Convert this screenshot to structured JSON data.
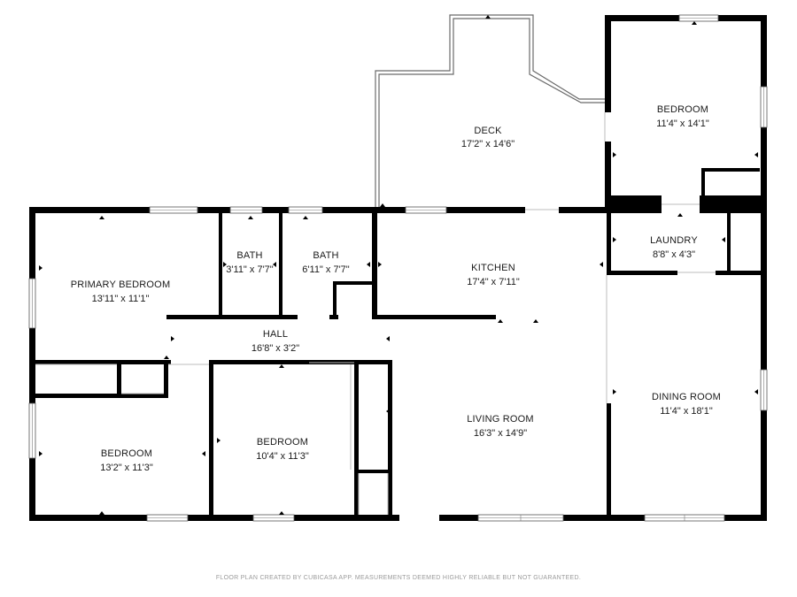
{
  "rooms": {
    "deck": {
      "name": "DECK",
      "dims": "17'2\" x 14'6\""
    },
    "bedroom_ne": {
      "name": "BEDROOM",
      "dims": "11'4\" x 14'1\""
    },
    "bath_1": {
      "name": "BATH",
      "dims": "3'11\" x 7'7\""
    },
    "bath_2": {
      "name": "BATH",
      "dims": "6'11\" x 7'7\""
    },
    "primary_bedroom": {
      "name": "PRIMARY BEDROOM",
      "dims": "13'11\" x 11'1\""
    },
    "kitchen": {
      "name": "KITCHEN",
      "dims": "17'4\" x 7'11\""
    },
    "laundry": {
      "name": "LAUNDRY",
      "dims": "8'8\" x 4'3\""
    },
    "hall": {
      "name": "HALL",
      "dims": "16'8\" x 3'2\""
    },
    "dining_room": {
      "name": "DINING ROOM",
      "dims": "11'4\" x 18'1\""
    },
    "living_room": {
      "name": "LIVING ROOM",
      "dims": "16'3\" x 14'9\""
    },
    "bedroom_sw": {
      "name": "BEDROOM",
      "dims": "13'2\" x 11'3\""
    },
    "bedroom_s": {
      "name": "BEDROOM",
      "dims": "10'4\" x 11'3\""
    }
  },
  "footer": "FLOOR PLAN CREATED BY CUBICASA APP. MEASUREMENTS DEEMED HIGHLY RELIABLE BUT NOT GUARANTEED.",
  "colors": {
    "wall": "#000000",
    "window_frame": "#555555",
    "deck_outline": "#6a6a6a",
    "footer_text": "#9a9a9a"
  }
}
